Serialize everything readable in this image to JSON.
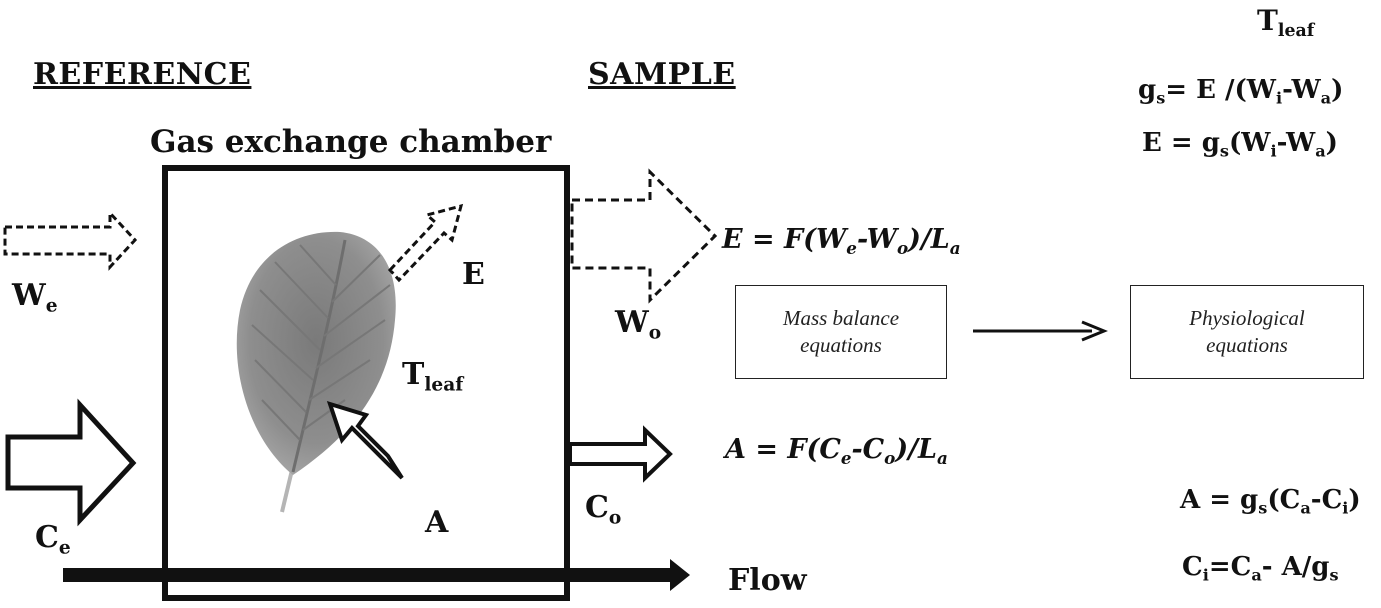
{
  "labels": {
    "reference": "REFERENCE",
    "sample": "SAMPLE",
    "chamber": "Gas exchange chamber",
    "flow": "Flow",
    "E_inside": "E",
    "A_inside": "A",
    "T": "T",
    "leaf_sub": "leaf",
    "W": "W",
    "C": "C",
    "e_sub": "e",
    "o_sub": "o"
  },
  "equations": {
    "E_mass": {
      "lhs": "E = F(W",
      "e": "e",
      "mid": "-W",
      "o": "o",
      "rhs": ")/L",
      "a": "a"
    },
    "A_mass": {
      "lhs": "A = F(C",
      "e": "e",
      "mid": "-C",
      "o": "o",
      "rhs": ")/L",
      "a": "a"
    },
    "gs": {
      "p1": "g",
      "s": "s",
      "p2": "= E /(W",
      "i": "i",
      "p3": "-W",
      "a": "a",
      "p4": ")"
    },
    "E_phys": {
      "p1": "E = g",
      "s": "s",
      "p2": "(W",
      "i": "i",
      "p3": "-W",
      "a": "a",
      "p4": ")"
    },
    "A_phys": {
      "p1": "A = g",
      "s": "s",
      "p2": "(C",
      "a1": "a",
      "p3": "-C",
      "i": "i",
      "p4": ")"
    },
    "Ci": {
      "p1": "C",
      "i": "i",
      "p2": "=C",
      "a": "a",
      "p3": "- A/g",
      "s": "s"
    }
  },
  "boxes": {
    "mass_balance": [
      "Mass balance",
      "equations"
    ],
    "physiological": [
      "Physiological",
      "equations"
    ]
  },
  "colors": {
    "stroke": "#111111",
    "leaf": "#8a8a8a"
  }
}
